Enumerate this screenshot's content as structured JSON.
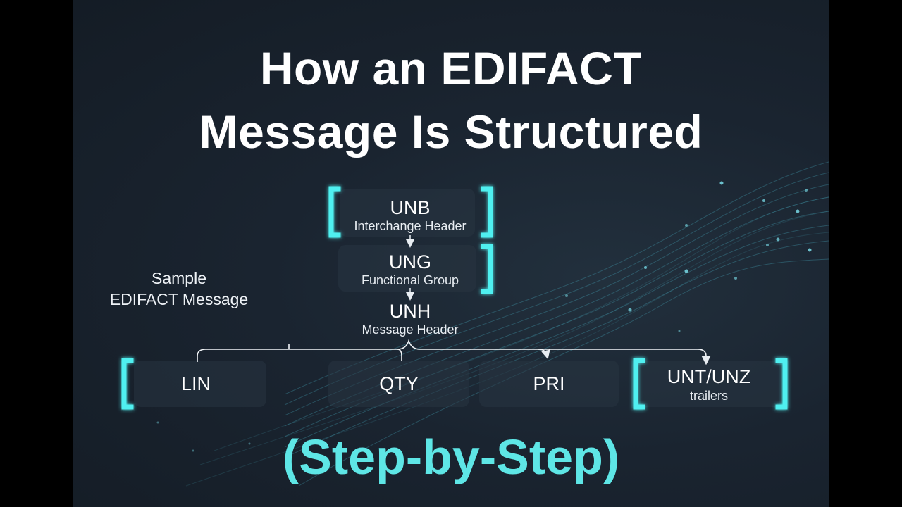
{
  "title_line1": "How an EDIFACT",
  "title_line2": "Message Is Structured",
  "side_label_line1": "Sample",
  "side_label_line2": "EDIFACT Message",
  "nodes": [
    {
      "code": "UNB",
      "desc": "Interchange Header"
    },
    {
      "code": "UNG",
      "desc": "Functional Group"
    },
    {
      "code": "UNH",
      "desc": "Message Header"
    }
  ],
  "segments": [
    {
      "code": "LIN"
    },
    {
      "code": "QTY"
    },
    {
      "code": "PRI"
    },
    {
      "code": "UNT/UNZ",
      "desc": "trailers"
    }
  ],
  "subtitle": "(Step-by-Step)",
  "colors": {
    "background": "#1a2430",
    "accent_cyan": "#5ee6e6",
    "text": "#ffffff"
  }
}
